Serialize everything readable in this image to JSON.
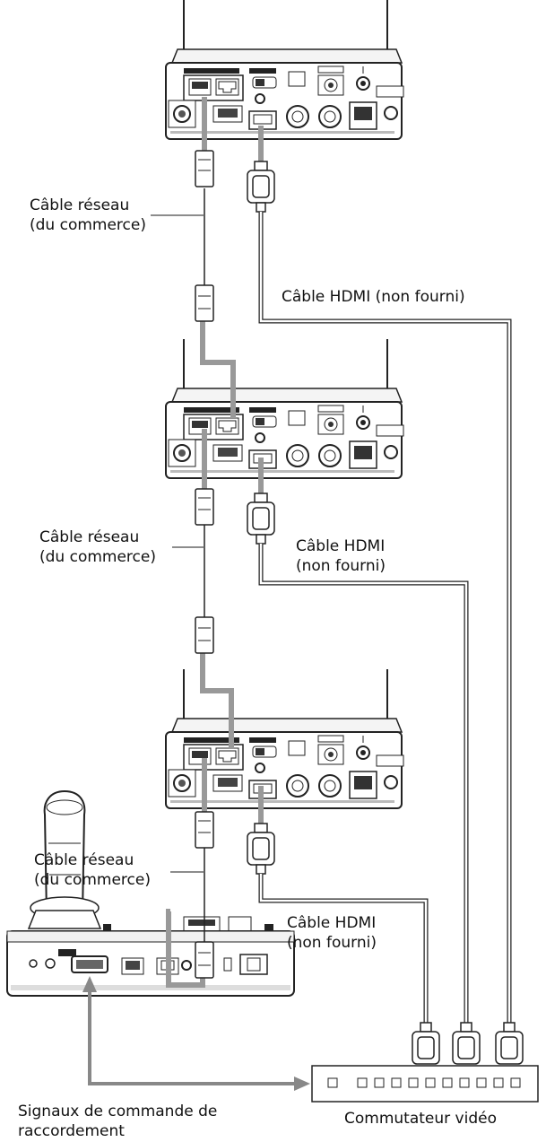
{
  "labels": {
    "network_cable_1": {
      "line1": "Câble réseau",
      "line2": "(du commerce)"
    },
    "hdmi_cable_1": {
      "line1": "Câble HDMI (non fourni)"
    },
    "network_cable_2": {
      "line1": "Câble réseau",
      "line2": "(du commerce)"
    },
    "hdmi_cable_2": {
      "line1": "Câble HDMI",
      "line2": "(non fourni)"
    },
    "network_cable_3": {
      "line1": "Câble réseau",
      "line2": "(du commerce)"
    },
    "hdmi_cable_3": {
      "line1": "Câble HDMI",
      "line2": "(non fourni)"
    },
    "control_signals": {
      "line1": "Signaux de commande de",
      "line2": "raccordement"
    },
    "video_switcher": {
      "line1": "Commutateur vidéo"
    }
  }
}
